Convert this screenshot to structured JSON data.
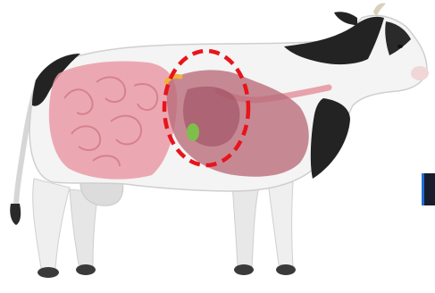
{
  "illustration": {
    "subject": "cow-anatomy-digestive-system",
    "highlight": {
      "shape": "dashed-ellipse",
      "color": "#e8141b",
      "target": "stomach-region"
    },
    "colors": {
      "body": "#f4f4f4",
      "patches": "#232323",
      "intestines": "#e79aa3",
      "stomach": "#b86a78",
      "gallbladder": "#7dbf4a",
      "duct": "#f2b23a",
      "hooves": "#3a3a3a"
    }
  },
  "edge_marker": {
    "color": "#1b1b2e",
    "accent": "#1f6fd1"
  }
}
